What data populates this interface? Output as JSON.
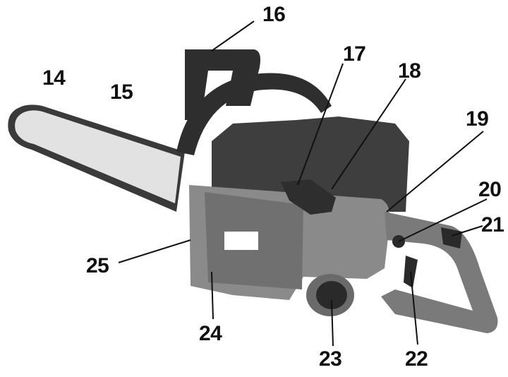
{
  "figure": {
    "description_visible": false,
    "callouts": [
      {
        "id": "c14",
        "label": "14"
      },
      {
        "id": "c15",
        "label": "15"
      },
      {
        "id": "c16",
        "label": "16"
      },
      {
        "id": "c17",
        "label": "17"
      },
      {
        "id": "c18",
        "label": "18"
      },
      {
        "id": "c19",
        "label": "19"
      },
      {
        "id": "c20",
        "label": "20"
      },
      {
        "id": "c21",
        "label": "21"
      },
      {
        "id": "c22",
        "label": "22"
      },
      {
        "id": "c23",
        "label": "23"
      },
      {
        "id": "c24",
        "label": "24"
      },
      {
        "id": "c25",
        "label": "25"
      }
    ]
  },
  "colors": {
    "background": "#ffffff",
    "body": "#8a8a8a",
    "body_dark": "#4a4a4a",
    "handle": "#2e2e2e",
    "bar": "#e2e2e2",
    "chain": "#3a3a3a",
    "leader": "#111111"
  }
}
